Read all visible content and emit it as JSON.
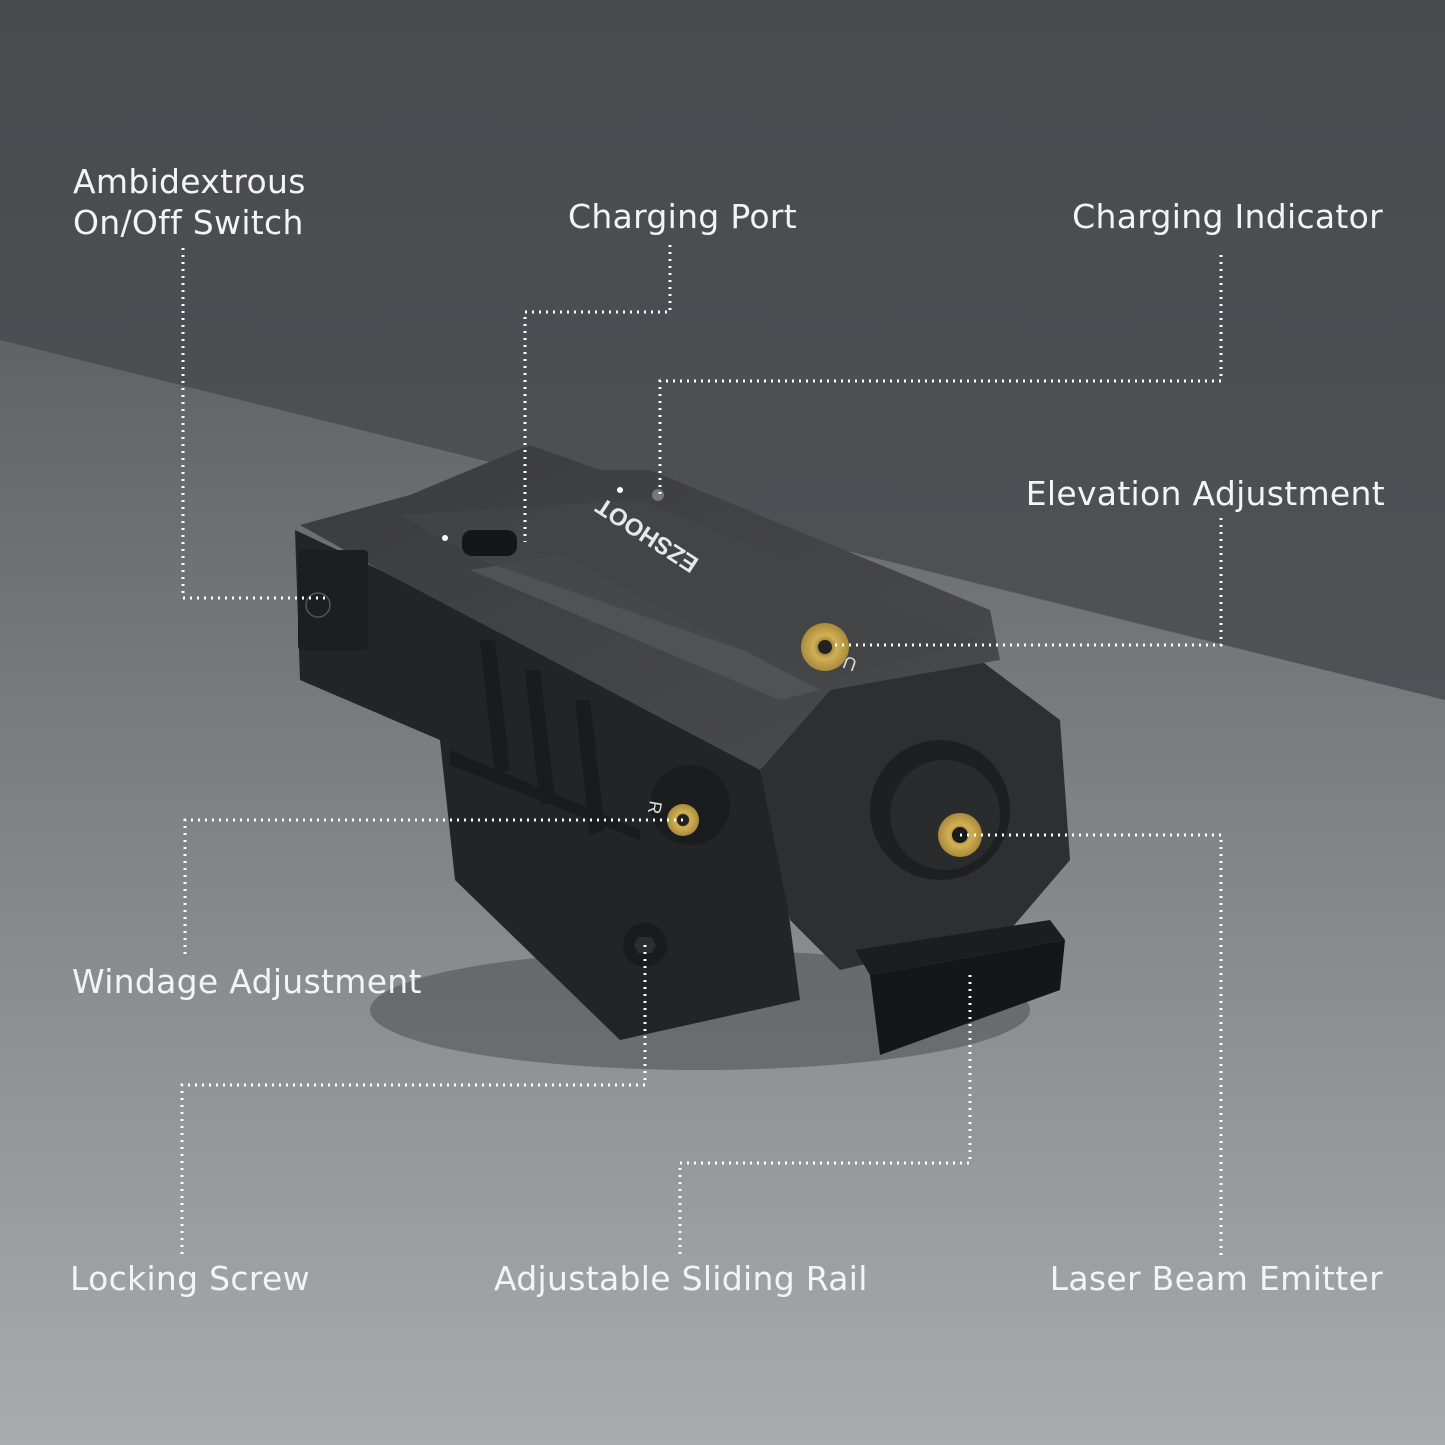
{
  "labels": {
    "ambidextrous_switch": [
      "Ambidextrous",
      "On/Off Switch"
    ],
    "charging_port": "Charging Port",
    "charging_indicator": "Charging Indicator",
    "elevation_adjustment": "Elevation Adjustment",
    "windage_adjustment": "Windage Adjustment",
    "locking_screw": "Locking Screw",
    "sliding_rail": "Adjustable Sliding Rail",
    "laser_emitter": "Laser Beam Emitter"
  },
  "product": {
    "brand_logo": "EZSHOOT",
    "windage_mark": "R",
    "elevation_mark": "U"
  },
  "colors": {
    "wall": "#4c5053",
    "floor_top": "#626669",
    "floor_bottom": "#a9acae",
    "device": "#2b2c2e",
    "brass": "#c9a54a",
    "leader_line": "#ffffff"
  }
}
